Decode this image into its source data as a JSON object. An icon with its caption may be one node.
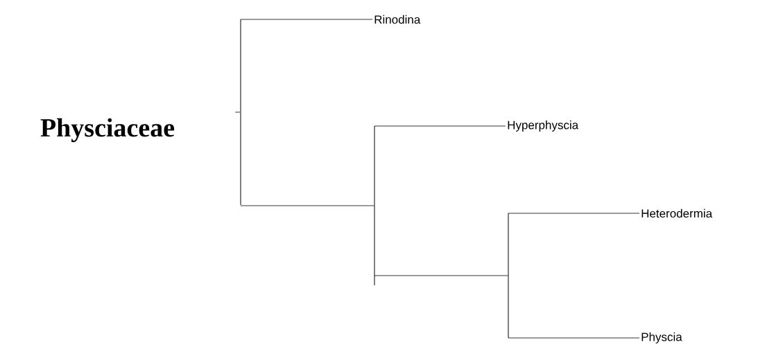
{
  "diagram": {
    "title": "Physciaceae",
    "nodes": [
      {
        "text": [
          "Rinodina"
        ]
      },
      {
        "text": [
          "Hyperphyscia"
        ]
      },
      {
        "text": [
          "Heterodermia"
        ]
      },
      {
        "text": [
          "Physcia"
        ]
      },
      {
        "text": [],
        "shape": "bar"
      },
      {
        "text": [],
        "shape": "bar"
      },
      {
        "text": [],
        "shape": "bar"
      }
    ],
    "edges": [
      {
        "from": null,
        "to": 4,
        "arrow": "none"
      },
      {
        "from": 4,
        "to": 0,
        "arrow": "none"
      },
      {
        "from": 4,
        "to": 5,
        "arrow": "none"
      },
      {
        "from": 5,
        "to": 1,
        "arrow": "none"
      },
      {
        "from": 5,
        "to": 6,
        "arrow": "none"
      },
      {
        "from": 6,
        "to": 2,
        "arrow": "none"
      },
      {
        "from": 6,
        "to": 3,
        "arrow": "none"
      }
    ]
  }
}
